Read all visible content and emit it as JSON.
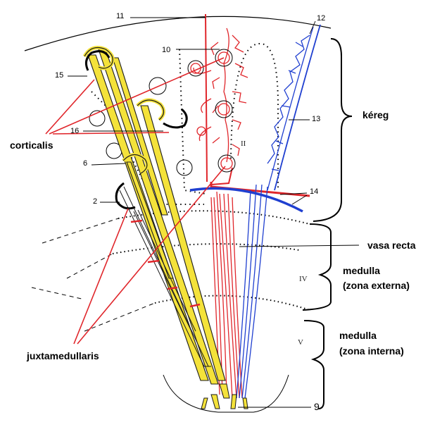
{
  "colors": {
    "arterial": "#e0262b",
    "venous": "#1f3fd0",
    "tubule_fill": "#f4e23a",
    "tubule_stroke": "#1a1a1a",
    "pointer": "#e0262b",
    "line": "#000000"
  },
  "labels": {
    "n11": "11",
    "n12": "12",
    "n10": "10",
    "n15": "15",
    "n16": "16",
    "n6": "6",
    "n2": "2",
    "n13": "13",
    "n14": "14",
    "n9": "9",
    "roman_ii": "II",
    "roman_iv": "IV",
    "roman_v": "V"
  },
  "annotations": {
    "kereg": "kéreg",
    "vasa_recta": "vasa recta",
    "medulla_ext_1": "medulla",
    "medulla_ext_2": "(zona externa)",
    "medulla_int_1": "medulla",
    "medulla_int_2": "(zona interna)",
    "corticalis": "corticalis",
    "juxtamedullaris": "juxtamedullaris"
  },
  "icons": {
    "glomerulus": "glomerulus-icon",
    "capillary": "capillary-network-icon"
  }
}
